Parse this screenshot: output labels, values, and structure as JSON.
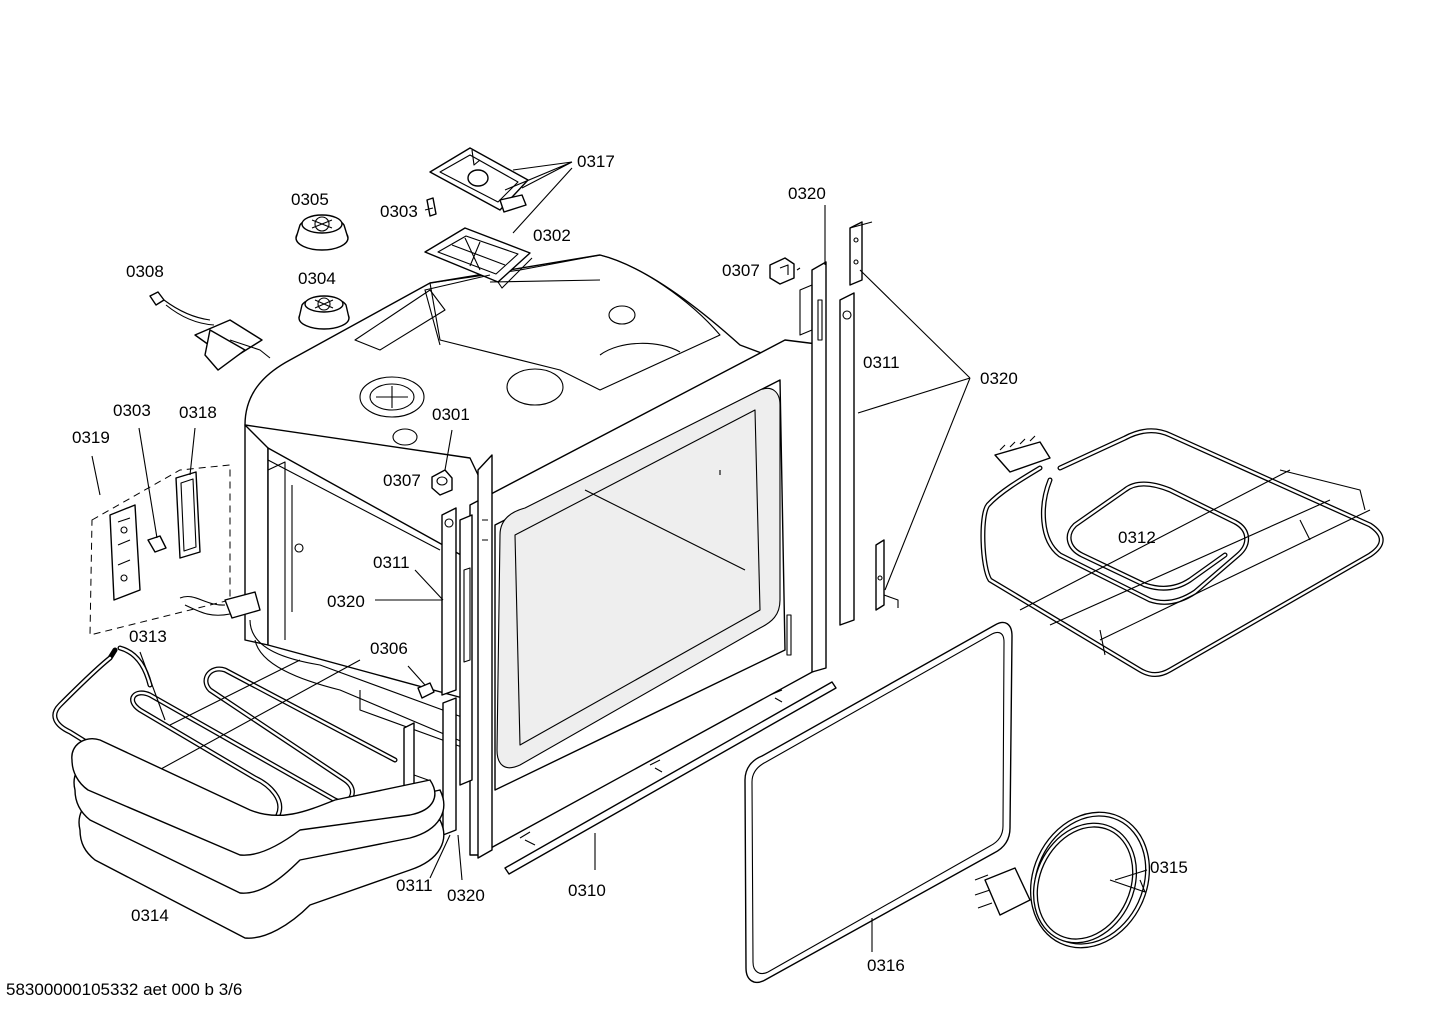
{
  "labels": {
    "l0317": "0317",
    "l0305": "0305",
    "l0303_top": "0303",
    "l0302": "0302",
    "l0320_top": "0320",
    "l0307_right": "0307",
    "l0308": "0308",
    "l0304": "0304",
    "l0311_right": "0311",
    "l0320_right": "0320",
    "l0303_left": "0303",
    "l0318": "0318",
    "l0301": "0301",
    "l0319": "0319",
    "l0307_mid": "0307",
    "l0312": "0312",
    "l0311_mid": "0311",
    "l0320_mid": "0320",
    "l0306": "0306",
    "l0313": "0313",
    "l0311_bottom": "0311",
    "l0320_bottom": "0320",
    "l0310": "0310",
    "l0315": "0315",
    "l0314": "0314",
    "l0316": "0316"
  },
  "footer": "58300000105332 aet 000 b 3/6"
}
